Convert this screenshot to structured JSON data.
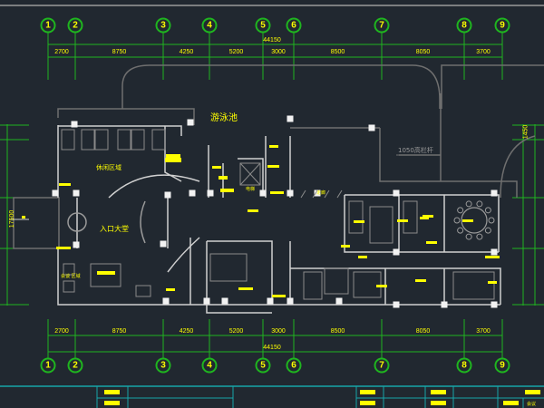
{
  "drawing": {
    "total_width_label": "44150",
    "bay_dimensions": [
      "2700",
      "8750",
      "4250",
      "5200",
      "3000",
      "8500",
      "8050",
      "3700"
    ],
    "axes": [
      "1",
      "2",
      "3",
      "4",
      "5",
      "6",
      "7",
      "8",
      "9"
    ],
    "side_dimensions": {
      "left_total": "17500",
      "right_top": "1450"
    },
    "rooms": {
      "pool": "游泳池",
      "leisure_area": "休闲区域",
      "lobby": "入口大堂",
      "lounge": "会谈 区域",
      "railing_note": "1050高栏杆",
      "elevator": "电梯",
      "corridor": "走廊"
    },
    "title_block": {
      "corner_label": "会议"
    }
  },
  "colors": {
    "background": "#212830",
    "axis_green": "#1fb51f",
    "text_yellow": "#ffff00",
    "wall_white": "#d8d8d8",
    "frame_cyan": "#17a5a8",
    "line_gray": "#7a7a7a"
  }
}
